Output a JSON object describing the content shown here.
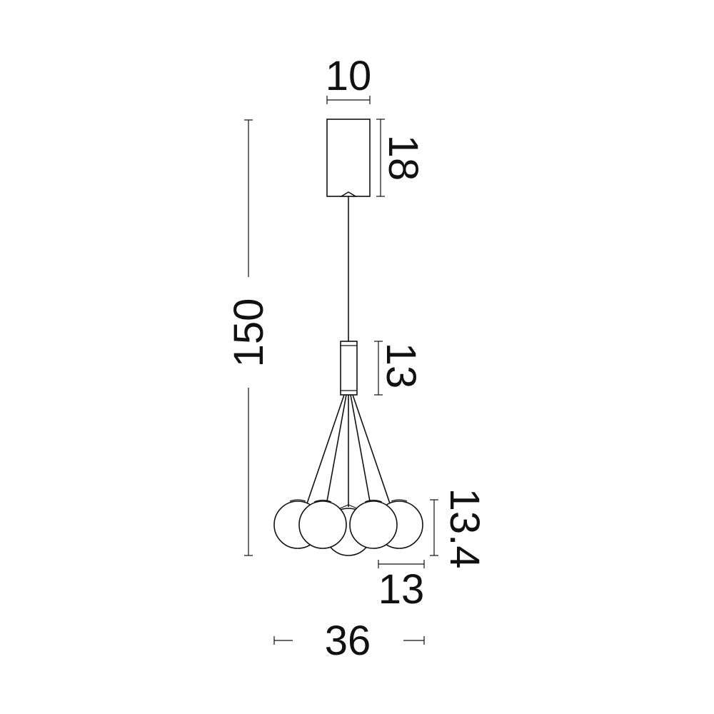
{
  "drawing": {
    "subject": "pendant lamp with cluster of glass globes",
    "colors": {
      "line": "#111111",
      "background": "#ffffff"
    }
  },
  "dimensions": {
    "canopy_width": "10",
    "canopy_height": "18",
    "total_height": "150",
    "connector_height": "13",
    "globe_height": "13.4",
    "globe_width": "13",
    "overall_width": "36"
  }
}
